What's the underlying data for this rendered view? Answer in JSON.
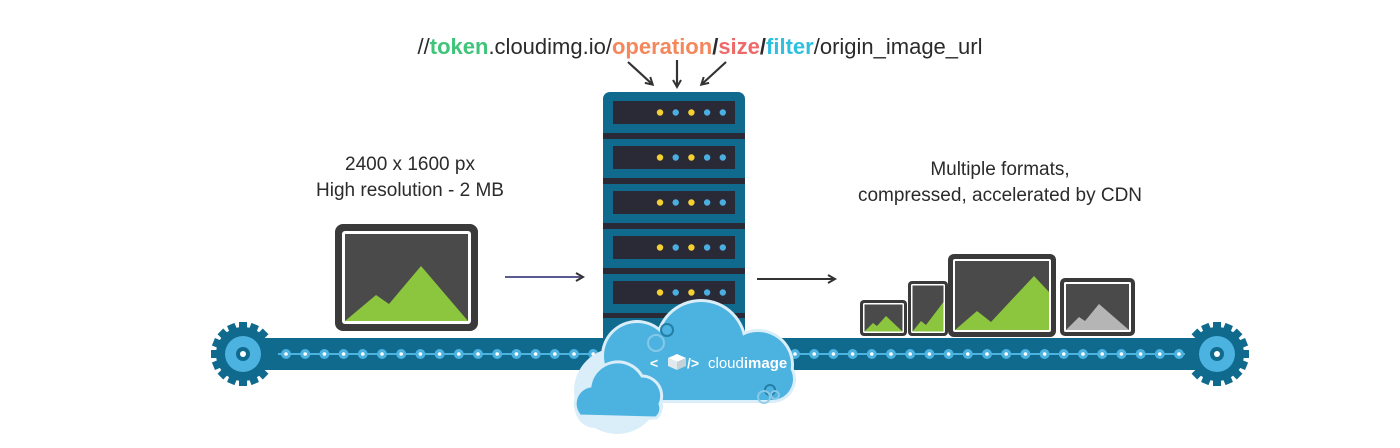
{
  "url": {
    "prefix": "//",
    "token": "token",
    "domain": ".cloudimg.io/",
    "operation": "operation",
    "slash1": "/",
    "size": "size",
    "slash2": "/",
    "filter": "filter",
    "suffix": "/origin_image_url"
  },
  "input_caption": {
    "line1": "2400 x 1600 px",
    "line2": "High resolution - 2 MB"
  },
  "output_caption": {
    "line1": "Multiple formats,",
    "line2": "compressed, accelerated by CDN"
  },
  "brand": {
    "left_bracket": "<",
    "right_bracket": "/>",
    "name_light": "cloud",
    "name_bold": "image"
  },
  "colors": {
    "rack": "#0f6a8e",
    "rack_dark": "#2a2a36",
    "led_yellow": "#f6d030",
    "led_blue": "#4aaee0",
    "cloud": "#4cb2e0",
    "image_green": "#8cc63f",
    "image_bg": "#4a4a4a",
    "token": "#3fc47a",
    "operation": "#f4875c",
    "size": "#ee6a6a",
    "filter": "#2fc0e0"
  },
  "server_units": 5
}
